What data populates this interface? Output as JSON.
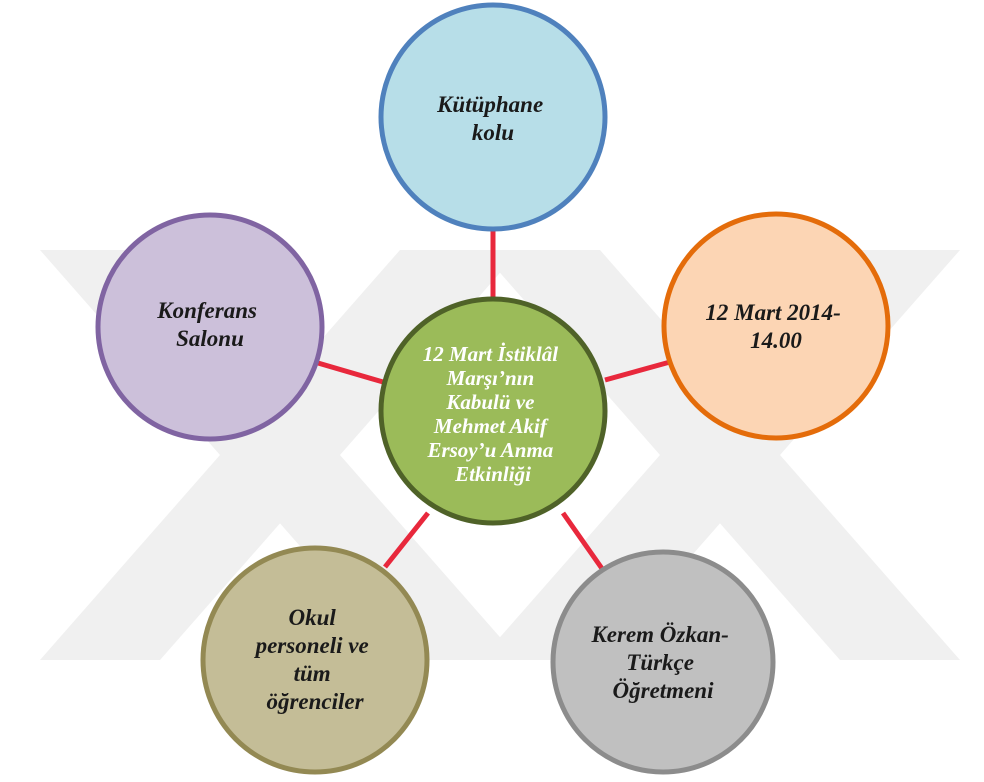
{
  "diagram": {
    "center": {
      "lines": [
        "12 Mart İstiklâl",
        "Marşı’nın",
        "Kabulü ve",
        "Mehmet Akif",
        "Ersoy’u Anma",
        "Etkinliği"
      ],
      "fill": "#9bbb59",
      "stroke": "#4f6228"
    },
    "nodes": [
      {
        "id": "top",
        "lines": [
          "Kütüphane",
          "kolu"
        ],
        "fill": "#b7dee8",
        "stroke": "#4f81bd"
      },
      {
        "id": "right",
        "lines": [
          "12 Mart 2014-",
          "14.00"
        ],
        "fill": "#fcd5b4",
        "stroke": "#e46c0a"
      },
      {
        "id": "bottom-right",
        "lines": [
          "Kerem Özkan-",
          "Türkçe",
          "Öğretmeni"
        ],
        "fill": "#c0c0c0",
        "stroke": "#8c8c8c"
      },
      {
        "id": "bottom-left",
        "lines": [
          "Okul",
          "personeli ve",
          "tüm",
          "öğrenciler"
        ],
        "fill": "#c4bd97",
        "stroke": "#938953"
      },
      {
        "id": "left",
        "lines": [
          "Konferans",
          "Salonu"
        ],
        "fill": "#ccc0da",
        "stroke": "#8064a2"
      }
    ],
    "connector_color": "#e8283c",
    "watermark_color": "#f0f0f0"
  }
}
